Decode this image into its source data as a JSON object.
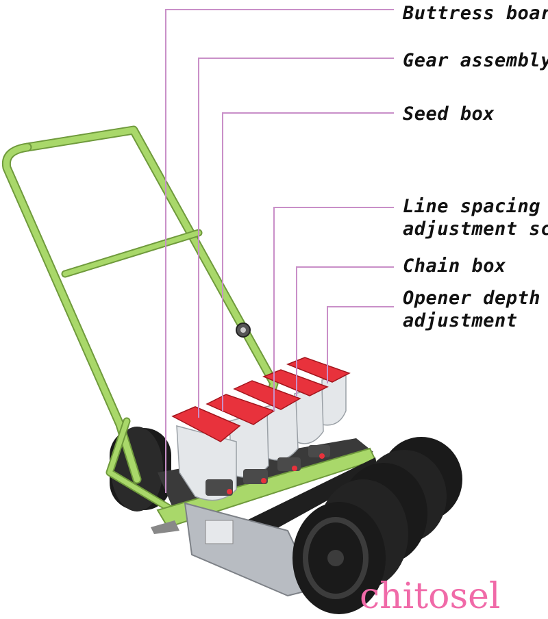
{
  "labels": {
    "buttress_board": "Buttress board",
    "gear_assembly": "Gear assembly",
    "seed_box": "Seed box",
    "line_spacing_1": "Line spacing",
    "line_spacing_2": "adjustment screw",
    "chain_box": "Chain box",
    "opener_depth_1": "Opener depth",
    "opener_depth_2": "adjustment"
  },
  "watermark": "chitosel",
  "colors": {
    "frame": "#a9d86a",
    "frame_edge": "#6f9a3c",
    "hopper_lid": "#e8323c",
    "hopper_body": "#d9dde2",
    "wheel": "#1e1e1e",
    "leader_line": "#c98fc8",
    "watermark": "#f06aa8"
  }
}
